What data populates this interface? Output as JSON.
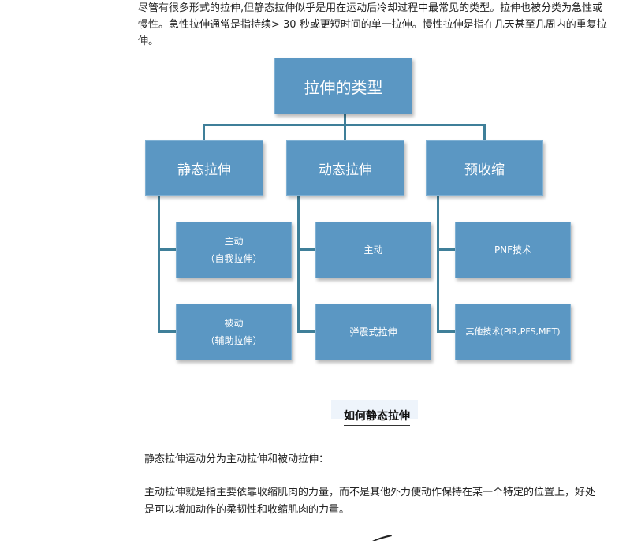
{
  "article": {
    "intro": "尽管有很多形式的拉伸,但静态拉伸似乎是用在运动后冷却过程中最常见的类型。拉伸也被分类为急性或慢性。急性拉伸通常是指持续> 30 秒或更短时间的单一拉伸。慢性拉伸是指在几天甚至几周内的重复拉伸。",
    "caption": "如何静态拉伸",
    "para1": "静态拉伸运动分为主动拉伸和被动拉伸：",
    "para2": "主动拉伸就是指主要依靠收缩肌肉的力量，而不是其他外力使动作保持在某一个特定的位置上，好处是可以增加动作的柔韧性和收缩肌肉的力量。"
  },
  "diagram": {
    "root": "拉伸的类型",
    "categories": [
      {
        "label": "静态拉伸",
        "children": [
          {
            "line1": "主动",
            "line2": "（自我拉伸）"
          },
          {
            "line1": "被动",
            "line2": "（辅助拉伸）"
          }
        ]
      },
      {
        "label": "动态拉伸",
        "children": [
          {
            "line1": "主动",
            "line2": ""
          },
          {
            "line1": "弹震式拉伸",
            "line2": ""
          }
        ]
      },
      {
        "label": "预收缩",
        "children": [
          {
            "line1": "PNF技术",
            "line2": ""
          },
          {
            "line1": "其他技术(PIR,PFS,MET)",
            "line2": ""
          }
        ]
      }
    ],
    "colors": {
      "box": "#5b97c3",
      "connector": "#3f7f99"
    }
  }
}
